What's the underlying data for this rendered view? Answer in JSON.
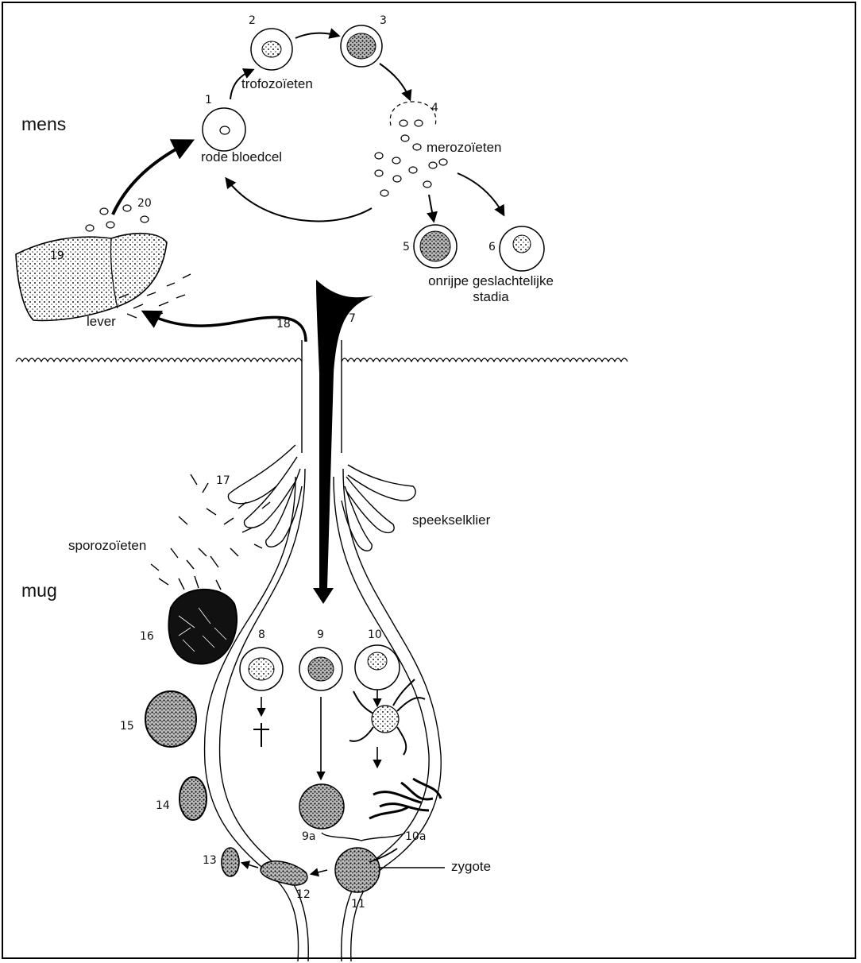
{
  "regions": {
    "human": "mens",
    "mosquito": "mug"
  },
  "labels": {
    "red_blood_cell": "rode bloedcel",
    "trophozoites": "trofozoïeten",
    "merozoites": "merozoïeten",
    "immature_sexual_stages_line1": "onrijpe geslachtelijke",
    "immature_sexual_stages_line2": "stadia",
    "liver": "lever",
    "salivary_gland": "speekselklier",
    "sporozoites": "sporozoïeten",
    "zygote": "zygote"
  },
  "stage_numbers": {
    "n1": "1",
    "n2": "2",
    "n3": "3",
    "n4": "4",
    "n5": "5",
    "n6": "6",
    "n7": "7",
    "n8": "8",
    "n9": "9",
    "n10": "10",
    "n9a": "9a",
    "n10a": "10a",
    "n11": "11",
    "n12": "12",
    "n13": "13",
    "n14": "14",
    "n15": "15",
    "n16": "16",
    "n17": "17",
    "n18": "18",
    "n19": "19",
    "n20": "20"
  }
}
